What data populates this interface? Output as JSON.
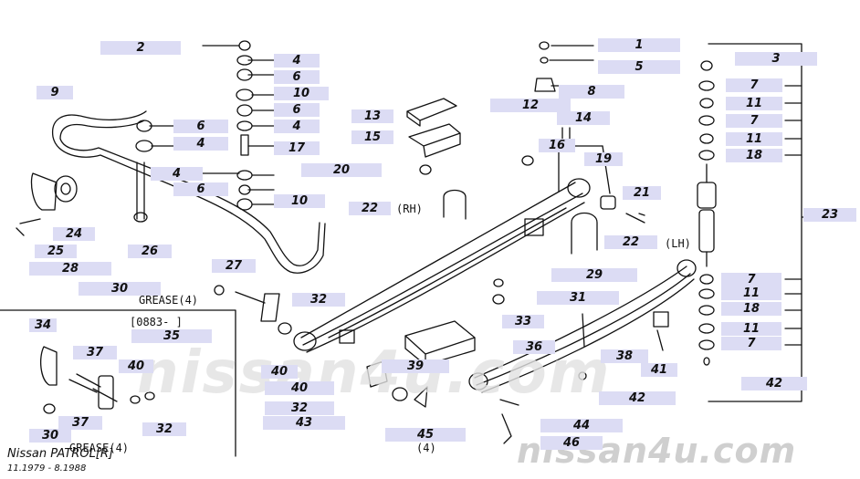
{
  "diagram": {
    "brand": "Nissan PATROL[R]",
    "date_range": "11.1979 - 8.1988",
    "watermark": "nissan4u.com",
    "notes": {
      "grease_1": "GREASE(4)",
      "grease_2": "GREASE(4)",
      "rh": "(RH)",
      "lh": "(LH)",
      "inset_code": "[0883-      ]",
      "qty_45": "(4)"
    },
    "callouts": [
      "2",
      "4",
      "6",
      "10",
      "6",
      "4",
      "9",
      "6",
      "4",
      "17",
      "4",
      "6",
      "10",
      "20",
      "13",
      "15",
      "12",
      "14",
      "16",
      "19",
      "21",
      "22",
      "22",
      "1",
      "5",
      "8",
      "3",
      "7",
      "11",
      "7",
      "11",
      "18",
      "23",
      "24",
      "25",
      "28",
      "26",
      "27",
      "30",
      "32",
      "31",
      "29",
      "33",
      "7",
      "11",
      "18",
      "11",
      "7",
      "34",
      "35",
      "37",
      "40",
      "39",
      "38",
      "41",
      "40",
      "36",
      "42",
      "32",
      "43",
      "45",
      "44",
      "46",
      "30",
      "37",
      "32",
      "42"
    ]
  }
}
